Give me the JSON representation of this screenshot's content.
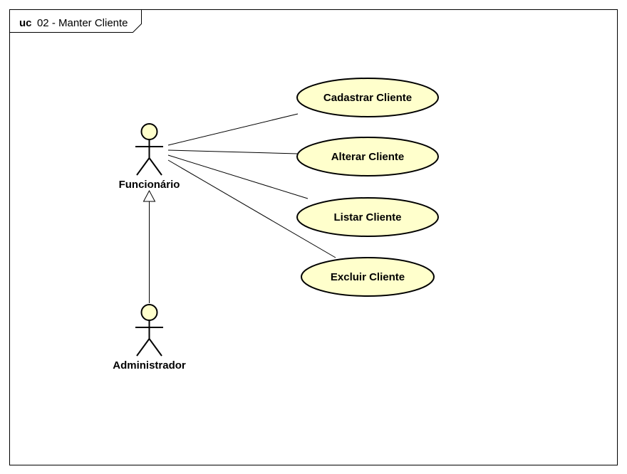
{
  "diagram": {
    "kind": "uc",
    "name": "02 - Manter Cliente"
  },
  "actors": [
    {
      "id": "funcionario",
      "label": "Funcionário"
    },
    {
      "id": "administrador",
      "label": "Administrador"
    }
  ],
  "use_cases": [
    {
      "id": "cadastrar",
      "label": "Cadastrar Cliente"
    },
    {
      "id": "alterar",
      "label": "Alterar Cliente"
    },
    {
      "id": "listar",
      "label": "Listar Cliente"
    },
    {
      "id": "excluir",
      "label": "Excluir Cliente"
    }
  ],
  "associations": [
    {
      "actor": "funcionario",
      "use_case": "cadastrar"
    },
    {
      "actor": "funcionario",
      "use_case": "alterar"
    },
    {
      "actor": "funcionario",
      "use_case": "listar"
    },
    {
      "actor": "funcionario",
      "use_case": "excluir"
    }
  ],
  "generalizations": [
    {
      "child": "administrador",
      "parent": "funcionario"
    }
  ],
  "colors": {
    "use_case_fill": "#FFFFCC",
    "actor_fill": "#FFFFCC",
    "stroke": "#000000",
    "background": "#FFFFFF"
  }
}
